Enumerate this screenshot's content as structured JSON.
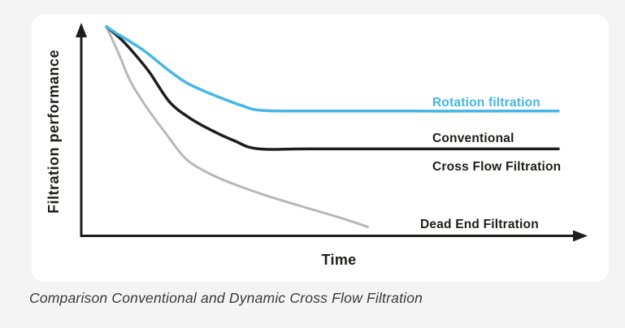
{
  "colors": {
    "background": "#f4f4f5",
    "card_background": "#ffffff",
    "axis": "#1d1d1b",
    "accent_blue": "#45b6e7",
    "neutral_gray": "#b8b8b8",
    "caption_text": "#3a3a39"
  },
  "caption": "Comparison Conventional and Dynamic Cross Flow Filtration",
  "chart_data": {
    "type": "line",
    "title": "",
    "xlabel": "Time",
    "ylabel": "Filtration performance",
    "x_axis": {
      "min": 0,
      "max": 100,
      "ticks": [],
      "unit": "arbitrary (qualitative)"
    },
    "y_axis": {
      "min": 0,
      "max": 100,
      "ticks": [],
      "unit": "arbitrary (qualitative)"
    },
    "grid": false,
    "legend_position": "inline-right-of-lines",
    "axis_color": "#1d1d1b",
    "series": [
      {
        "name": "Rotation filtration",
        "color": "#45b6e7",
        "label_color": "#45b6e7",
        "stroke_width": 3.5,
        "x": [
          0,
          2.5,
          4.9,
          8.5,
          13,
          17.5,
          22,
          26.5,
          30,
          34.5,
          48,
          100
        ],
        "y": [
          100,
          96.5,
          93.4,
          88.3,
          80.5,
          73.5,
          68.9,
          65.0,
          62.3,
          60.0,
          59.7,
          59.7
        ]
      },
      {
        "name": "Conventional Cross Flow Filtration",
        "label_lines": {
          "0": "Conventional",
          "1": "Cross Flow Filtration"
        },
        "color": "#1d1d1b",
        "label_color": "#1d1d1b",
        "stroke_width": 3.5,
        "x": [
          0,
          2.5,
          4.9,
          9.4,
          13.9,
          18.4,
          23.5,
          28.3,
          33.8,
          48,
          100
        ],
        "y": [
          100,
          95.5,
          90.3,
          78.6,
          64.2,
          56.4,
          50.2,
          45.5,
          41.6,
          41.6,
          41.6
        ]
      },
      {
        "name": "Dead End Filtration",
        "color": "#b8b8b8",
        "label_color": "#1d1d1b",
        "stroke_width": 3,
        "x": [
          0,
          2.7,
          5.4,
          9.0,
          13.0,
          17.5,
          22.6,
          28.0,
          35.6,
          44.6,
          51.8,
          57.8
        ],
        "y": [
          100,
          87.2,
          73.5,
          61.1,
          49.4,
          37.0,
          30.0,
          24.9,
          19.1,
          13.2,
          8.6,
          4.3
        ]
      }
    ]
  }
}
